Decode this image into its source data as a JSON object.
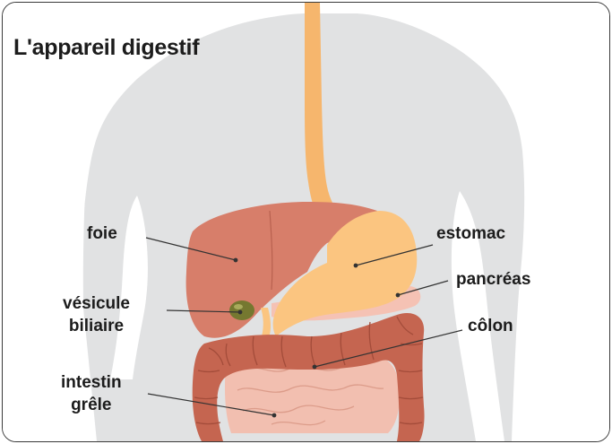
{
  "title": "L'appareil digestif",
  "labels": {
    "foie": "foie",
    "vesicule_line1": "vésicule",
    "vesicule_line2": "biliaire",
    "intestin_line1": "intestin",
    "intestin_line2": "grêle",
    "estomac": "estomac",
    "pancreas": "pancréas",
    "colon": "côlon"
  },
  "colors": {
    "silhouette": "#e1e2e3",
    "liver": "#d77e6a",
    "stomach": "#fbc580",
    "colon": "#c56550",
    "small_intestine": "#f2bfb0",
    "gallbladder": "#757830",
    "pancreas": "#f5c2b4",
    "esophagus": "#f6b66d"
  }
}
